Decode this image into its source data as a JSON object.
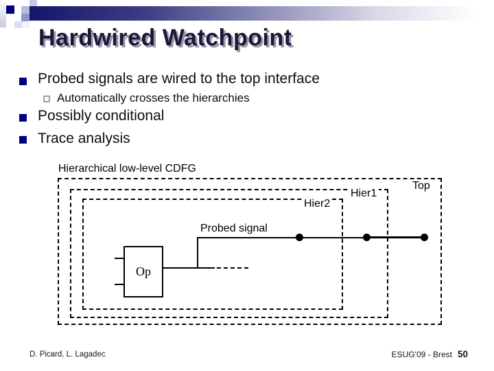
{
  "slide": {
    "title": "Hardwired Watchpoint",
    "bullets": [
      {
        "level": 1,
        "text": "Probed signals are wired to the top interface"
      },
      {
        "level": 2,
        "text": "Automatically crosses the hierarchies"
      },
      {
        "level": 1,
        "text": "Possibly conditional"
      },
      {
        "level": 1,
        "text": "Trace analysis"
      }
    ],
    "diagram": {
      "caption": "Hierarchical low-level CDFG",
      "boxes": [
        {
          "label": "Top"
        },
        {
          "label": "Hier1"
        },
        {
          "label": "Hier2"
        }
      ],
      "signal_label": "Probed signal",
      "op_label": "Op"
    },
    "footer": {
      "authors": "D. Picard, L. Lagadec",
      "venue": "ESUG'09 - Brest",
      "page": "50"
    },
    "colors": {
      "bullet_navy": "#00007d",
      "title_text": "#191938",
      "title_shadow": "#9a96ad",
      "bar_gradient_start": "#16166b",
      "diagram_line": "#000000"
    }
  }
}
